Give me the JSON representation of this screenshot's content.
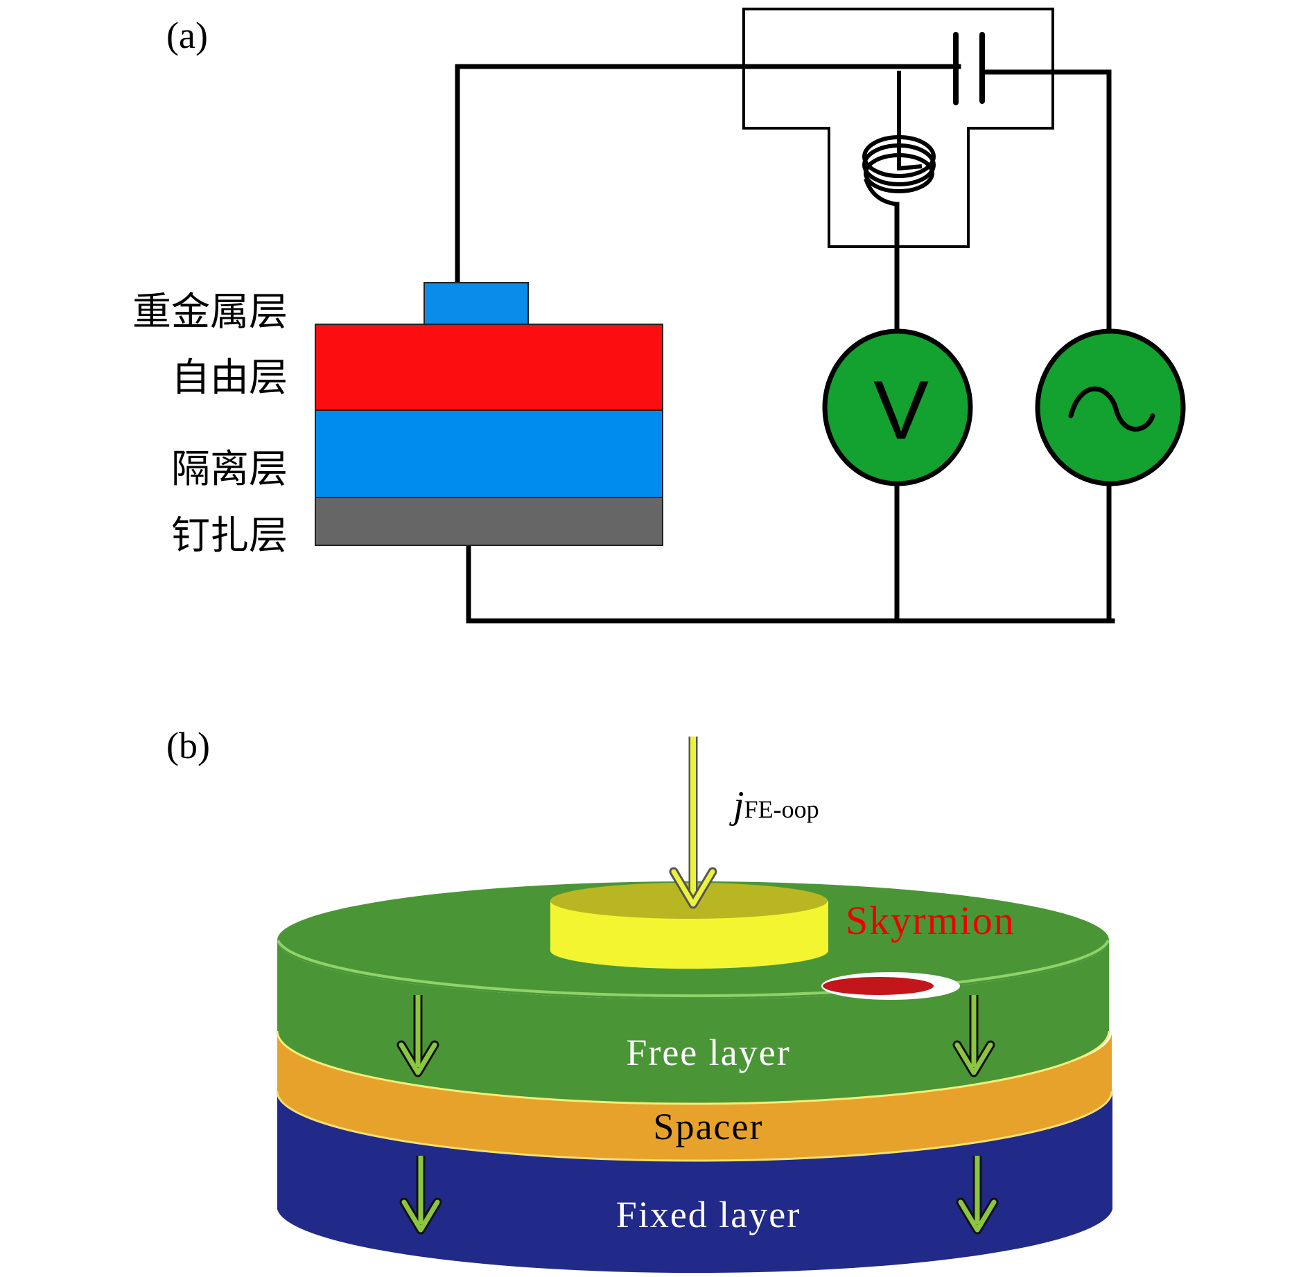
{
  "panel_a": {
    "label": "(a)",
    "layers": [
      {
        "label": "重金属层",
        "color": "#0a8cea"
      },
      {
        "label": "自由层",
        "color": "#fb0d10"
      },
      {
        "label": "隔离层",
        "color": "#008cef"
      },
      {
        "label": "钉扎层",
        "color": "#666666"
      }
    ],
    "meters": {
      "voltmeter_symbol": "V",
      "voltmeter_icon": "voltmeter-icon",
      "source_icon": "ac-source-icon",
      "fill": "#13a12f"
    },
    "components": [
      "capacitor-icon",
      "inductor-coil-icon"
    ]
  },
  "panel_b": {
    "label": "(b)",
    "current_label": {
      "main": "j",
      "sub": "FE-oop"
    },
    "skyrmion_label": "Skyrmion",
    "skyrmion_color": "#ee0000",
    "layers": [
      {
        "label": "Free layer",
        "color": "#4a9637"
      },
      {
        "label": "Spacer",
        "color": "#e6a22a"
      },
      {
        "label": "Fixed layer",
        "color": "#212a89"
      }
    ],
    "electrode_color": "#f3f530",
    "magnetization_arrow_color": "#8cc63f"
  }
}
